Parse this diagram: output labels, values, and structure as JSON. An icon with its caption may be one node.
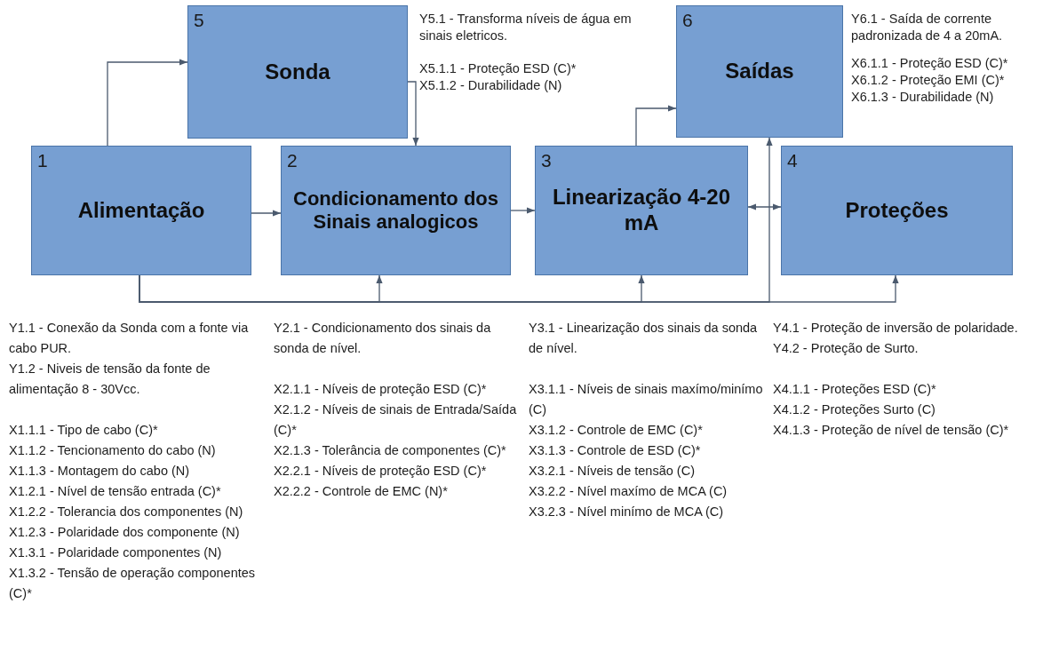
{
  "diagram": {
    "nodes": [
      {
        "text": [
          "5",
          "Sonda"
        ],
        "beside": [
          "Y5.1 - Transforma níveis de água em sinais eletricos.",
          "X5.1.1 - Proteção ESD (C)*",
          "X5.1.2 - Durabilidade (N)"
        ]
      },
      {
        "text": [
          "6",
          "Saídas"
        ],
        "beside": [
          "Y6.1 - Saída de corrente padronizada de 4 a 20mA.",
          "X6.1.1 - Proteção ESD (C)*",
          "X6.1.2 - Proteção EMI (C)*",
          "X6.1.3 - Durabilidade (N)"
        ]
      },
      {
        "text": [
          "1",
          "Alimentação"
        ]
      },
      {
        "text": [
          "2",
          "Condicionamento dos Sinais analogicos"
        ]
      },
      {
        "text": [
          "3",
          "Linearização 4-20 mA"
        ]
      },
      {
        "text": [
          "4",
          "Proteções"
        ]
      }
    ],
    "edges": [
      {
        "from": 2,
        "to": 0,
        "arrow": "to"
      },
      {
        "from": 0,
        "to": 3,
        "arrow": "to"
      },
      {
        "from": 2,
        "to": 3,
        "arrow": "to"
      },
      {
        "from": 3,
        "to": 4,
        "arrow": "to"
      },
      {
        "from": 4,
        "to": 1,
        "arrow": "to"
      },
      {
        "from": 4,
        "to": 5,
        "arrow": "both"
      },
      {
        "from": 2,
        "to": 3,
        "arrow": "to"
      },
      {
        "from": 2,
        "to": 4,
        "arrow": "to"
      },
      {
        "from": 2,
        "to": 1,
        "arrow": "to"
      },
      {
        "from": 2,
        "to": 5,
        "arrow": "to"
      }
    ],
    "labels": [
      "Y1.1 - Conexão da Sonda com a fonte via cabo PUR.",
      "Y1.2 - Niveis de tensão da fonte de alimentação 8 - 30Vcc.",
      "X1.1.1 - Tipo de cabo (C)*",
      "X1.1.2 - Tencionamento do cabo (N)",
      "X1.1.3 - Montagem do cabo (N)",
      "X1.2.1 - Nível de tensão entrada (C)*",
      "X1.2.2 - Tolerancia dos componentes (N)",
      "X1.2.3 - Polaridade dos componente (N)",
      "X1.3.1 - Polaridade componentes (N)",
      "X1.3.2 - Tensão de operação componentes (C)*",
      "Y2.1 - Condicionamento dos sinais da sonda de nível.",
      "X2.1.1 - Níveis de proteção ESD (C)*",
      "X2.1.2 - Níveis de sinais de Entrada/Saída (C)*",
      "X2.1.3 - Tolerância de componentes (C)*",
      "X2.2.1 - Níveis de proteção ESD (C)*",
      "X2.2.2 - Controle de EMC (N)*",
      "Y3.1 - Linearização dos sinais da sonda de nível.",
      "X3.1.1 - Níveis de sinais maxímo/minímo (C)",
      "X3.1.2 - Controle de EMC (C)*",
      "X3.1.3 - Controle de ESD (C)*",
      "X3.2.1 - Níveis de tensão (C)",
      "X3.2.2 - Nível maxímo de MCA (C)",
      "X3.2.3 - Nível minímo de MCA (C)",
      "Y4.1 - Proteção de inversão de polaridade.",
      "Y4.2 - Proteção de Surto.",
      "X4.1.1 - Proteções ESD (C)*",
      "X4.1.2 - Proteções Surto (C)",
      "X4.1.3 - Proteção de nível de tensão (C)*"
    ]
  }
}
